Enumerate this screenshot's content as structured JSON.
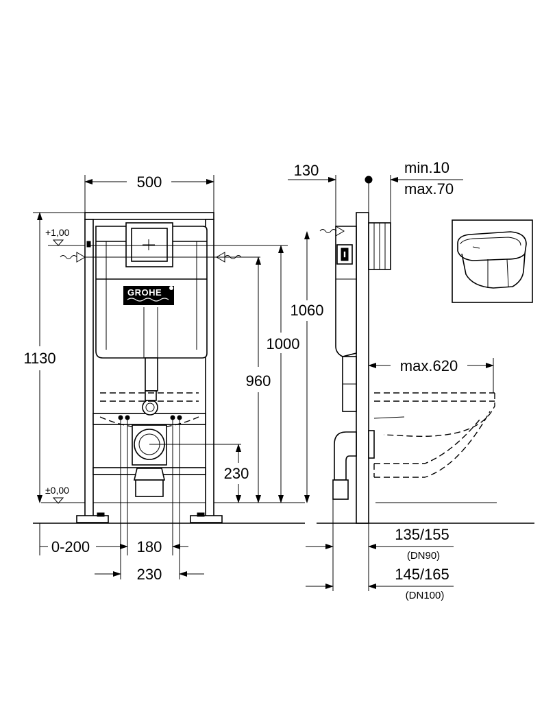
{
  "dimensions": {
    "front_width": "500",
    "total_height": "1130",
    "level_top": "+1,00",
    "level_zero": "±0,00",
    "h_1060": "1060",
    "h_1000": "1000",
    "h_960": "960",
    "h_230": "230",
    "offset": "0-200",
    "w_180": "180",
    "w_230": "230",
    "depth_130": "130",
    "min_gap": "min.10",
    "max_gap": "max.70",
    "bowl_projection": "max.620",
    "dn90_value": "135/155",
    "dn90_label": "(DN90)",
    "dn100_value": "145/165",
    "dn100_label": "(DN100)"
  },
  "brand": {
    "logo_text": "GROHE"
  },
  "icons": [
    "arrow-icon",
    "level-marker-icon",
    "water-inlet-icon",
    "wc-bowl-thumbnail-icon"
  ]
}
